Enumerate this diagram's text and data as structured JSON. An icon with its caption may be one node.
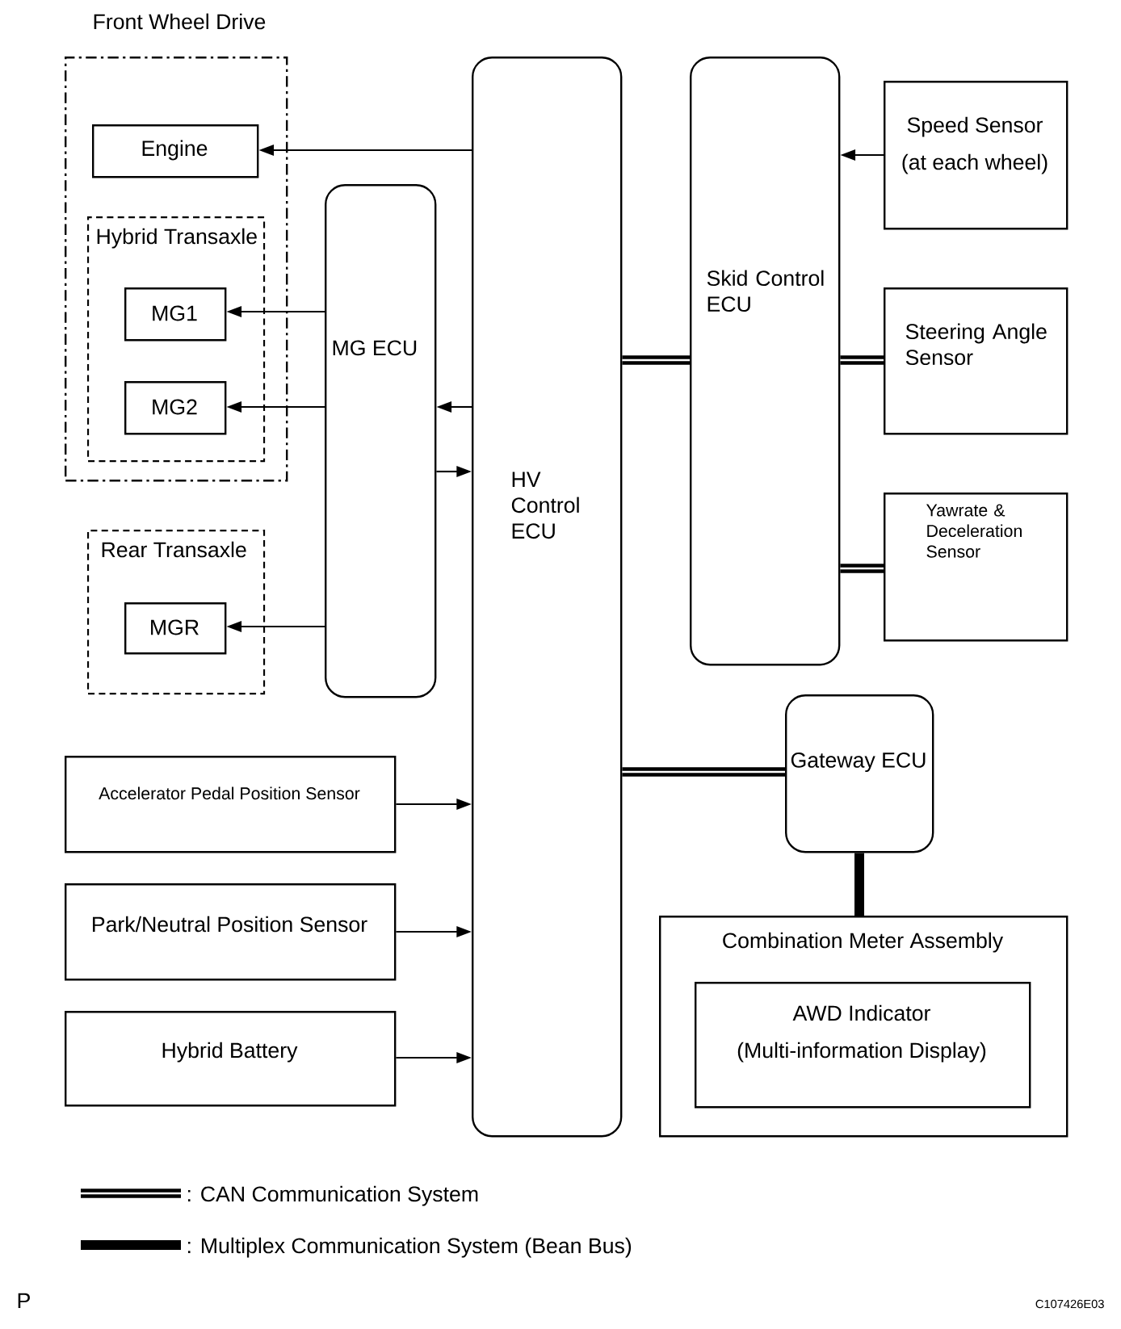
{
  "diagram": {
    "nodes": [
      {
        "text": [
          "Front Wheel Drive"
        ]
      },
      {
        "text": [
          "Engine"
        ],
        "in": 0
      },
      {
        "text": [
          "Hybrid Transaxle"
        ],
        "in": 0
      },
      {
        "text": [
          "MG1"
        ],
        "in": 2
      },
      {
        "text": [
          "MG2"
        ],
        "in": 2
      },
      {
        "text": [
          "Rear Transaxle"
        ]
      },
      {
        "text": [
          "MGR"
        ],
        "in": 5
      },
      {
        "text": [
          "MG ECU"
        ]
      },
      {
        "text": [
          "HV Control ECU"
        ]
      },
      {
        "text": [
          "Skid Control ECU"
        ]
      },
      {
        "text": [
          "Speed Sensor",
          "(at each wheel)"
        ]
      },
      {
        "text": [
          "Steering Angle Sensor"
        ]
      },
      {
        "text": [
          "Yawrate & Deceleration Sensor"
        ]
      },
      {
        "text": [
          "Gateway ECU"
        ]
      },
      {
        "text": [
          "Combination Meter Assembly"
        ]
      },
      {
        "text": [
          "AWD Indicator",
          "(Multi-information Display)"
        ],
        "in": 14
      },
      {
        "text": [
          "Accelerator Pedal Position Sensor"
        ]
      },
      {
        "text": [
          "Park/Neutral Position Sensor"
        ]
      },
      {
        "text": [
          "Hybrid Battery"
        ]
      }
    ],
    "edges": [
      {
        "from": 8,
        "to": 1,
        "arrow": "to"
      },
      {
        "from": 7,
        "to": 3,
        "arrow": "to"
      },
      {
        "from": 7,
        "to": 4,
        "arrow": "to"
      },
      {
        "from": 7,
        "to": 6,
        "arrow": "to"
      },
      {
        "from": 8,
        "to": 7,
        "arrow": "to"
      },
      {
        "from": 7,
        "to": 8,
        "arrow": "to"
      },
      {
        "from": 10,
        "to": 9,
        "arrow": "to"
      },
      {
        "from": 8,
        "to": 9,
        "arrow": "none",
        "style": "thick"
      },
      {
        "from": 9,
        "to": 11,
        "arrow": "none",
        "style": "thick"
      },
      {
        "from": 9,
        "to": 12,
        "arrow": "none",
        "style": "thick"
      },
      {
        "from": 8,
        "to": 13,
        "arrow": "none",
        "style": "thick"
      },
      {
        "from": 13,
        "to": 14,
        "arrow": "none",
        "style": "thick"
      },
      {
        "from": 16,
        "to": 8,
        "arrow": "to"
      },
      {
        "from": 17,
        "to": 8,
        "arrow": "to"
      },
      {
        "from": 18,
        "to": 8,
        "arrow": "to"
      }
    ],
    "labels": [
      "P",
      "C107426E03"
    ],
    "legend": [
      {
        "text": ": CAN Communication System"
      },
      {
        "text": ": Multiplex Communication System (Bean Bus)"
      }
    ]
  }
}
